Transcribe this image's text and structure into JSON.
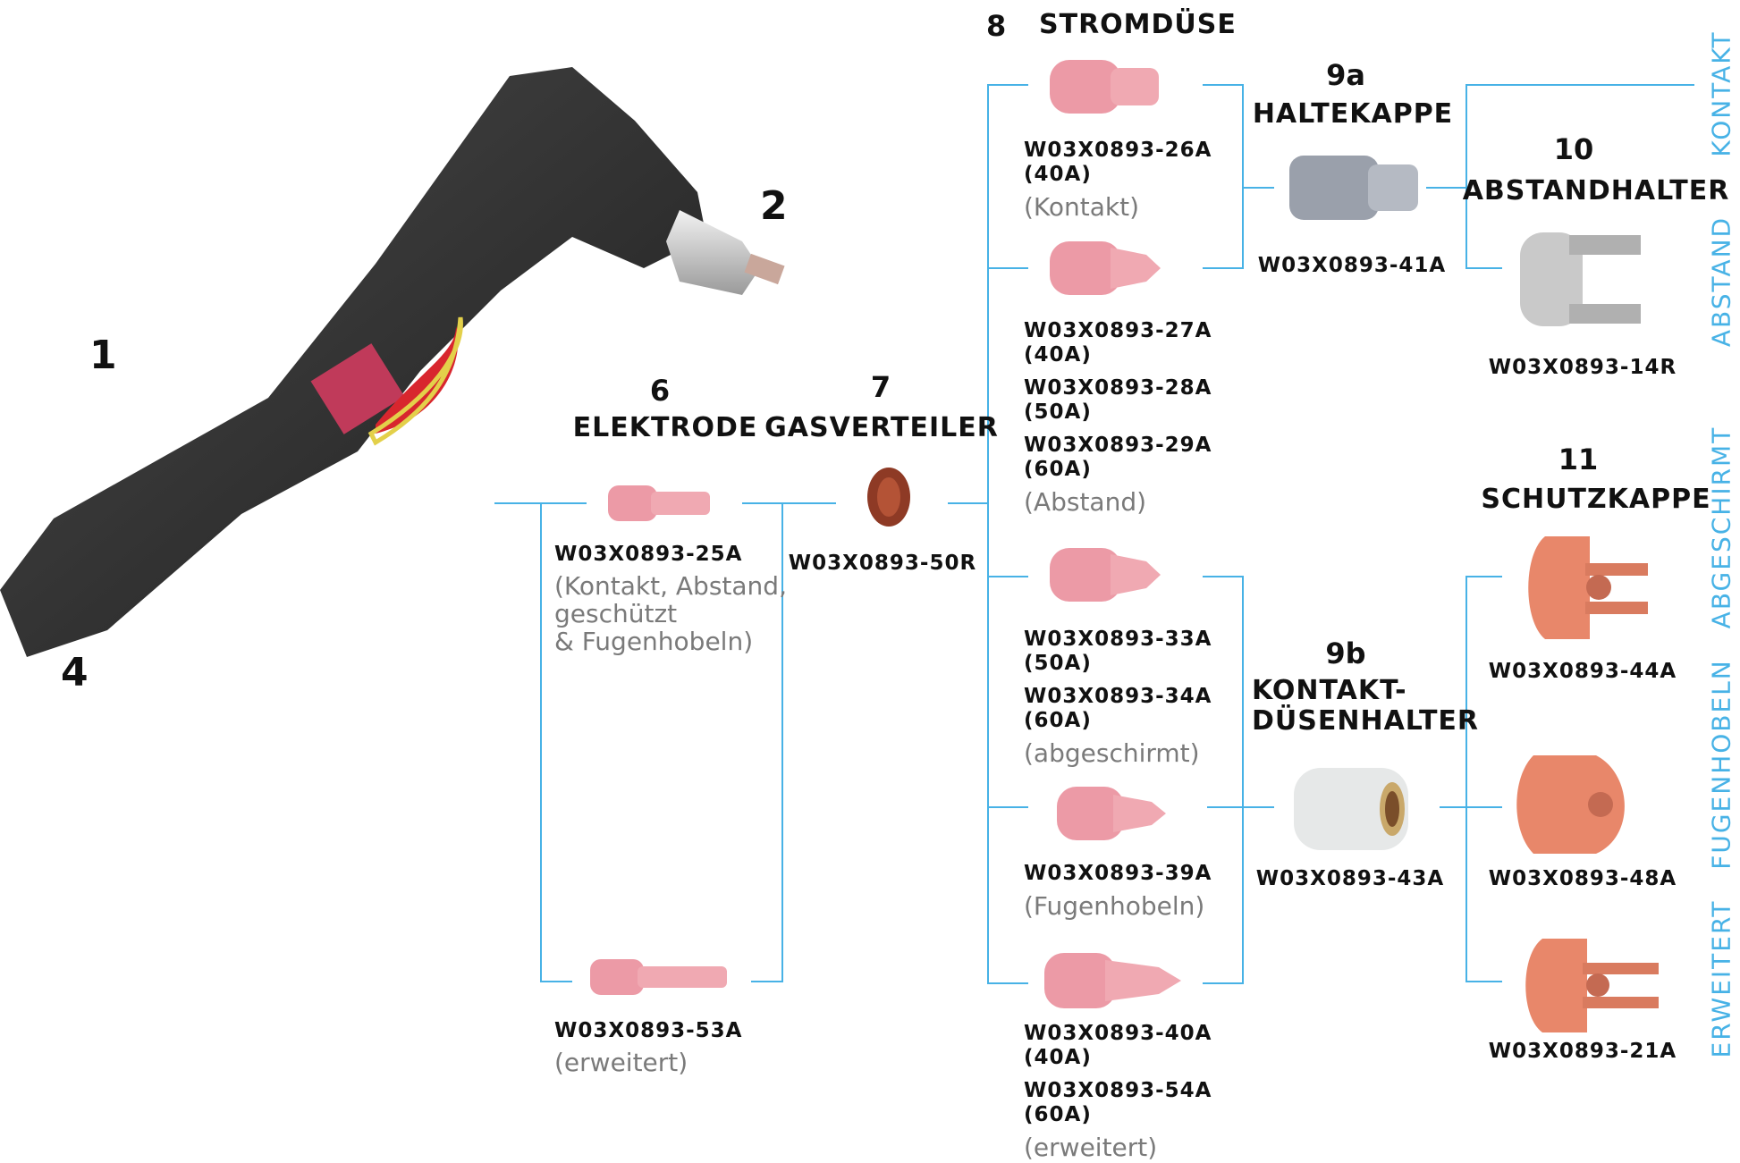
{
  "torch": {
    "label_1": "1",
    "label_2": "2",
    "label_4": "4"
  },
  "elektrode": {
    "number": "6",
    "title": "ELEKTRODE",
    "items": [
      {
        "code": "W03X0893-25A",
        "note": "(Kontakt, Abstand,\ngeschützt\n& Fugenhobeln)"
      },
      {
        "code": "W03X0893-53A",
        "note": "(erweitert)"
      }
    ]
  },
  "gasverteiler": {
    "number": "7",
    "title": "GASVERTEILER",
    "code": "W03X0893-50R"
  },
  "stromduese": {
    "number": "8",
    "title": "STROMDÜSE",
    "groups": [
      {
        "lines": [
          "W03X0893-26A",
          "(40A)"
        ],
        "note": "(Kontakt)"
      },
      {
        "lines": [
          "W03X0893-27A",
          "(40A)",
          "W03X0893-28A",
          "(50A)",
          "W03X0893-29A",
          "(60A)"
        ],
        "note": "(Abstand)"
      },
      {
        "lines": [
          "W03X0893-33A",
          "(50A)",
          "W03X0893-34A",
          "(60A)"
        ],
        "note": "(abgeschirmt)"
      },
      {
        "lines": [
          "W03X0893-39A"
        ],
        "note": "(Fugenhobeln)"
      },
      {
        "lines": [
          "W03X0893-40A",
          "(40A)",
          "W03X0893-54A",
          "(60A)"
        ],
        "note": "(erweitert)"
      }
    ]
  },
  "haltekappe": {
    "number": "9a",
    "title": "HALTEKAPPE",
    "code": "W03X0893-41A"
  },
  "kontakt_duesenhalter": {
    "number": "9b",
    "title_1": "KONTAKT-",
    "title_2": "DÜSENHALTER",
    "code": "W03X0893-43A"
  },
  "abstandhalter": {
    "number": "10",
    "title": "ABSTANDHALTER",
    "code": "W03X0893-14R"
  },
  "schutzkappe": {
    "number": "11",
    "title": "SCHUTZKAPPE",
    "codes": [
      "W03X0893-44A",
      "W03X0893-48A",
      "W03X0893-21A"
    ]
  },
  "side_labels": [
    "KONTAKT",
    "ABSTAND",
    "ABGESCHIRMT",
    "FUGENHOBELN",
    "ERWEITERT"
  ],
  "colors": {
    "line": "#47b2e6",
    "side_text": "#47b2e6",
    "note": "#7a7a7a",
    "copper": "#e8876a",
    "pink": "#ec9aa6"
  }
}
